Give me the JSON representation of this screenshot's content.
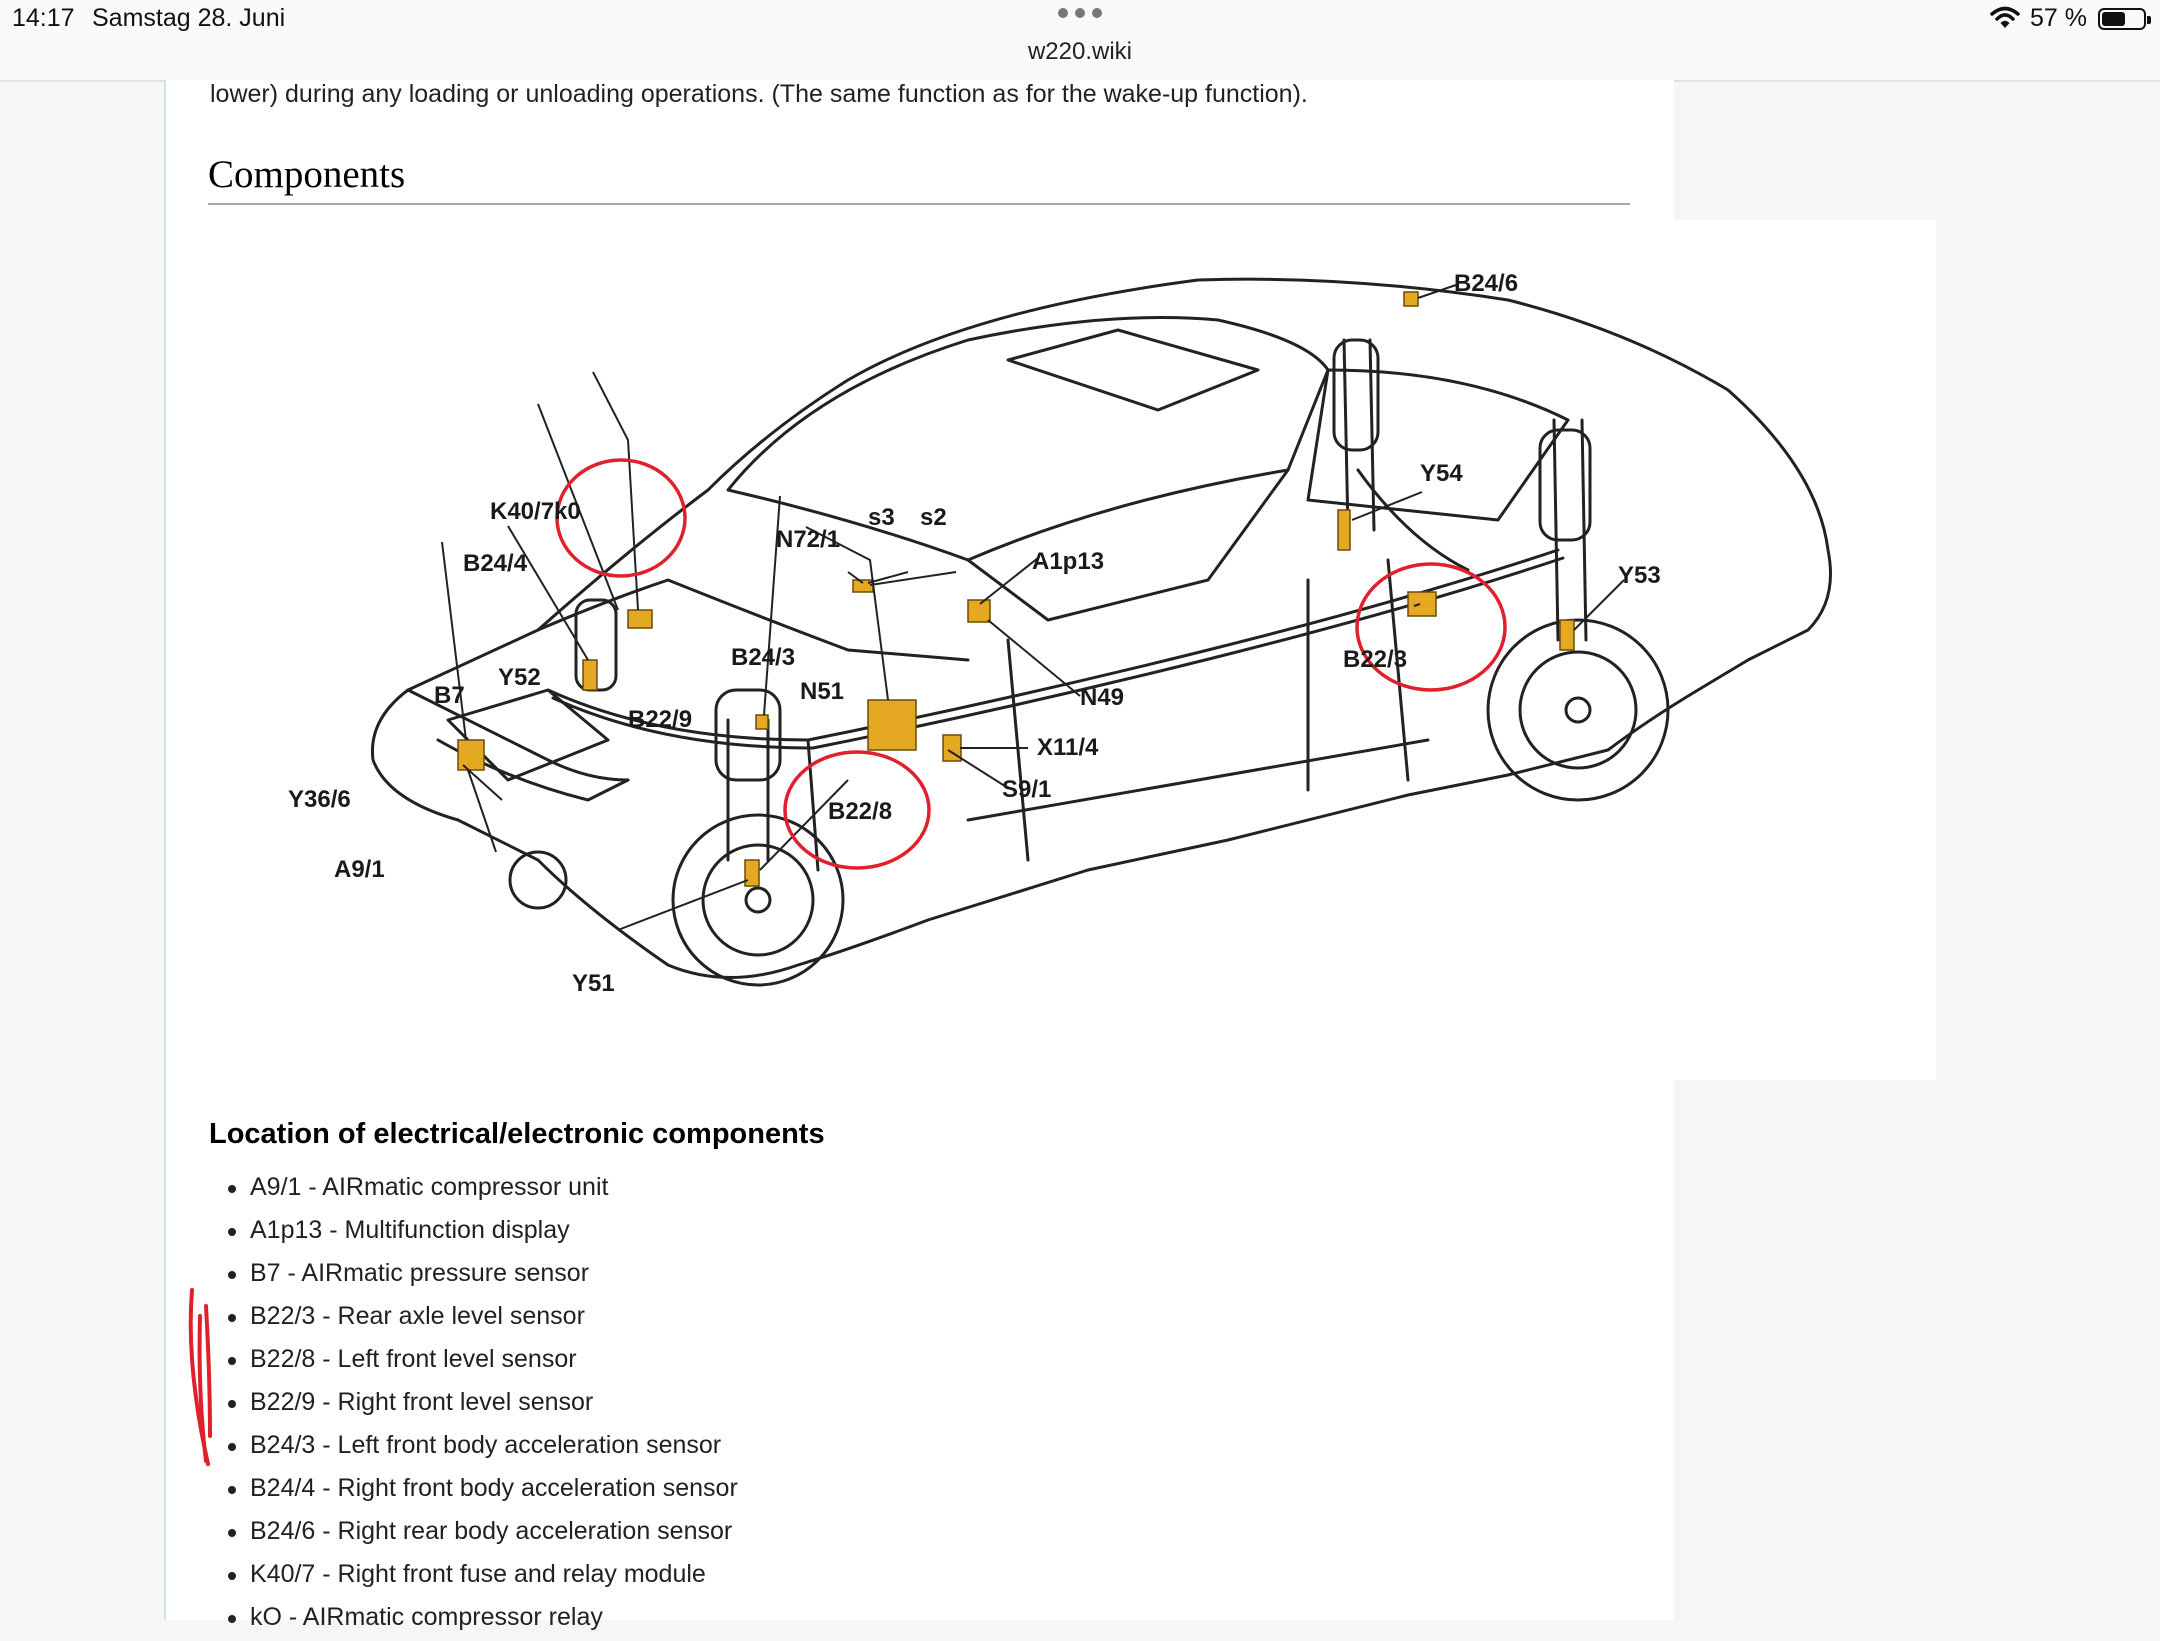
{
  "status_bar": {
    "time": "14:17",
    "date": "Samstag 28. Juni",
    "url": "w220.wiki",
    "battery": "57 %",
    "battery_level": 0.57,
    "icons": [
      "more-dots-icon",
      "wifi-icon",
      "battery-icon"
    ]
  },
  "article": {
    "intro_text": "lower) during any loading or unloading operations. (The same function as for the wake-up function).",
    "section_heading": "Components",
    "figure": {
      "labels": {
        "b24_6": "B24/6",
        "y54": "Y54",
        "y53": "Y53",
        "b22_3": "B22/3",
        "k40_7k0": "K40/7k0",
        "b24_4": "B24/4",
        "n72_1": "N72/1",
        "s3": "s3",
        "s2": "s2",
        "a1p13": "A1p13",
        "b24_3": "B24/3",
        "n51": "N51",
        "n49": "N49",
        "b7": "B7",
        "y52": "Y52",
        "b22_9": "B22/9",
        "x11_4": "X11/4",
        "s9_1": "S9/1",
        "y36_6": "Y36/6",
        "b22_8": "B22/8",
        "a9_1": "A9/1",
        "y51": "Y51"
      },
      "highlight_color": "#e0202a",
      "component_color": "#e5a823"
    },
    "list_heading": "Location of electrical/electronic components",
    "components": [
      "A9/1 - AIRmatic compressor unit",
      "A1p13 - Multifunction display",
      "B7 - AIRmatic pressure sensor",
      "B22/3 - Rear axle level sensor",
      "B22/8 - Left front level sensor",
      "B22/9 - Right front level sensor",
      "B24/3 - Left front body acceleration sensor",
      "B24/4 - Right front body acceleration sensor",
      "B24/6 - Right rear body acceleration sensor",
      "K40/7 - Right front fuse and relay module",
      "kO - AIRmatic compressor relay"
    ]
  }
}
